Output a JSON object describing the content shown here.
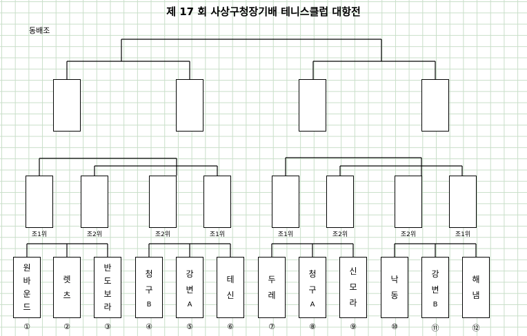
{
  "title": "제 17 회 사상구청장기배 테니스클럽 대항전",
  "group_label": "동배조",
  "rank_labels": [
    "조1위",
    "조2위",
    "조2위",
    "조1위",
    "조1위",
    "조2위",
    "조2위",
    "조1위"
  ],
  "teams": [
    {
      "name": "원바운드",
      "suffix": "",
      "number": "①"
    },
    {
      "name": "렛츠",
      "suffix": "",
      "number": "②"
    },
    {
      "name": "반도보라",
      "suffix": "",
      "number": "③"
    },
    {
      "name": "청구",
      "suffix": "B",
      "number": "④"
    },
    {
      "name": "강변",
      "suffix": "A",
      "number": "⑤"
    },
    {
      "name": "테신",
      "suffix": "",
      "number": "⑥"
    },
    {
      "name": "두레",
      "suffix": "",
      "number": "⑦"
    },
    {
      "name": "청구",
      "suffix": "A",
      "number": "⑧"
    },
    {
      "name": "신모라",
      "suffix": "",
      "number": "⑨"
    },
    {
      "name": "낙동",
      "suffix": "",
      "number": "⑩"
    },
    {
      "name": "강변",
      "suffix": "B",
      "number": "⑪"
    },
    {
      "name": "해냄",
      "suffix": "",
      "number": "⑫"
    }
  ]
}
